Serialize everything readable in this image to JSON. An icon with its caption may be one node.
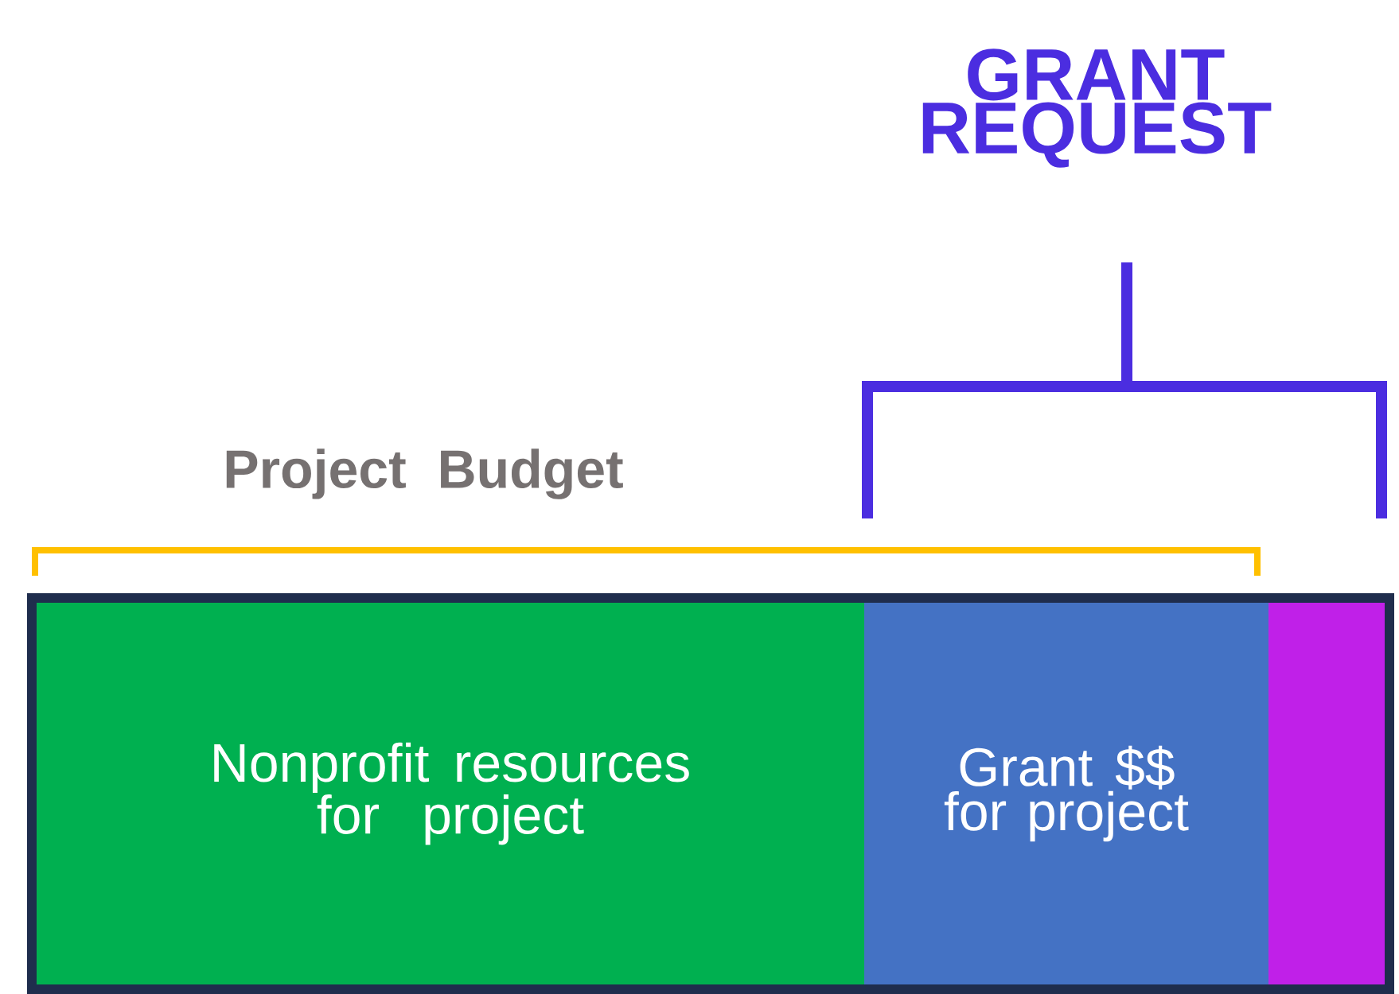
{
  "diagram": {
    "nodes": [
      {
        "text": [],
        "shape": "bar"
      },
      {
        "text": [
          "Nonprofit resources for project"
        ],
        "in": 0
      },
      {
        "text": [
          "Grant $$ for project"
        ],
        "in": 0
      },
      {
        "text": [],
        "shape": "bar",
        "in": 0
      }
    ],
    "labels": [
      "GRANT REQUEST",
      "Project Budget"
    ]
  }
}
